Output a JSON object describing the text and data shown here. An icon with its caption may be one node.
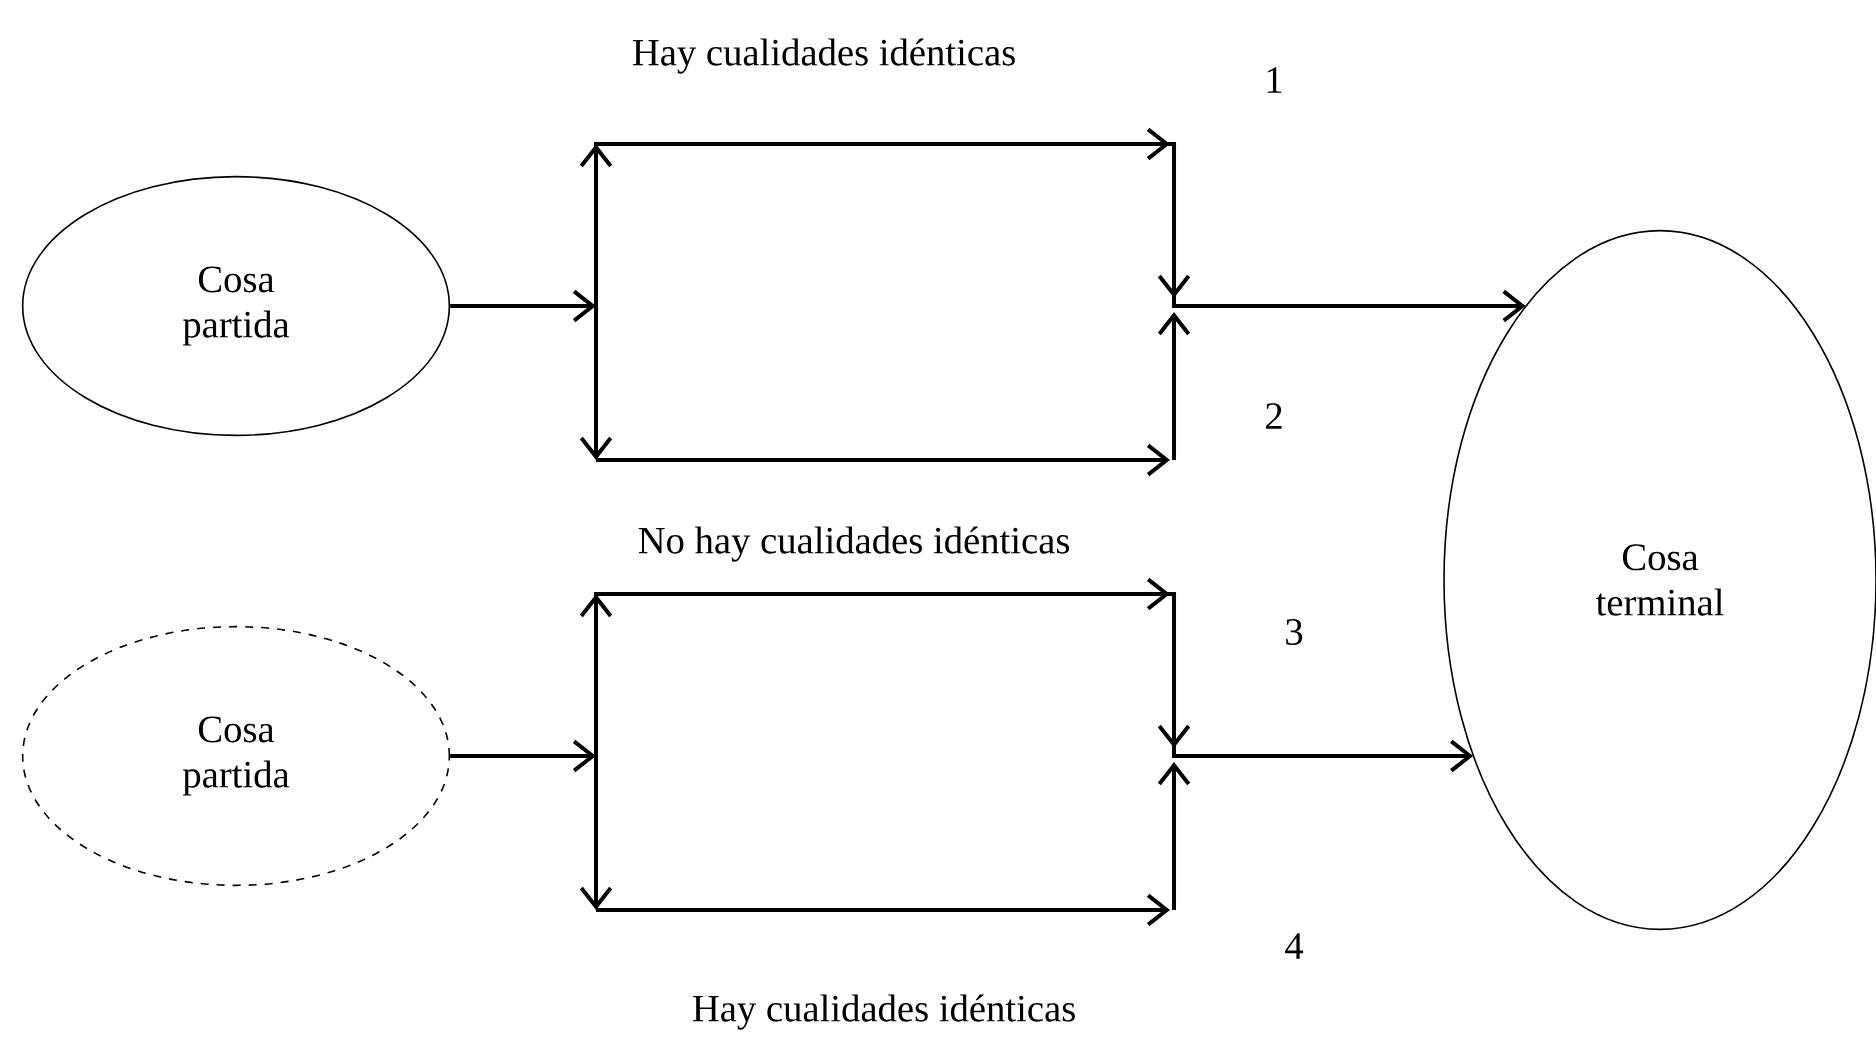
{
  "diagram": {
    "nodes": [
      {
        "text": [
          "Cosa partida"
        ]
      },
      {
        "text": [
          "Cosa partida"
        ]
      },
      {
        "text": [
          "Cosa terminal"
        ]
      }
    ],
    "edges": [
      {
        "from": 0,
        "to": 2,
        "arrow": "to"
      },
      {
        "from": 1,
        "to": 2,
        "arrow": "to"
      }
    ],
    "labels": [
      "Hay cualidades idénticas",
      "1",
      "2",
      "No hay cualidades idénticas",
      "3",
      "4",
      "Hay cualidades idénticas"
    ]
  }
}
